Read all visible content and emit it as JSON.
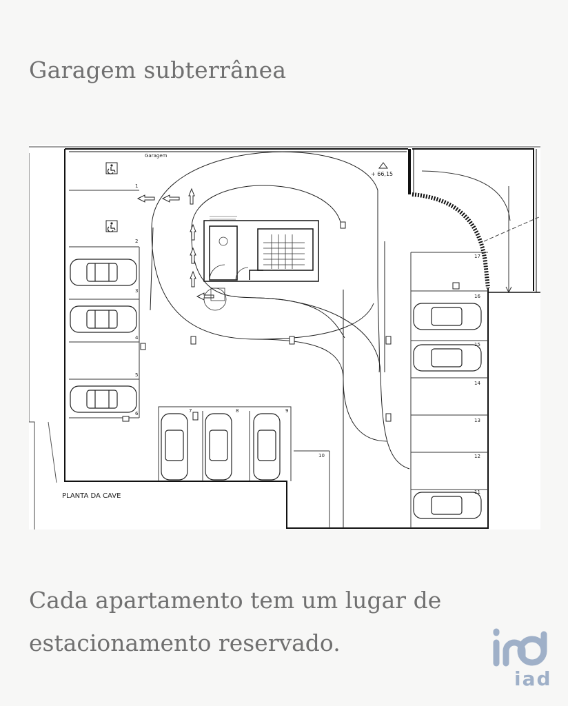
{
  "title": "Garagem subterrânea",
  "caption": "Cada apartamento tem um lugar de estacionamento reservado.",
  "plan": {
    "room_label": "Garagem",
    "floor_label": "PLANTA DA CAVE",
    "elevation": "+ 66,15",
    "spots": [
      "1",
      "2",
      "3",
      "4",
      "5",
      "6",
      "7",
      "8",
      "9",
      "10",
      "11",
      "12",
      "13",
      "14",
      "15",
      "16",
      "17"
    ]
  },
  "logo": {
    "text": "iad",
    "color": "#9fb0c8"
  }
}
